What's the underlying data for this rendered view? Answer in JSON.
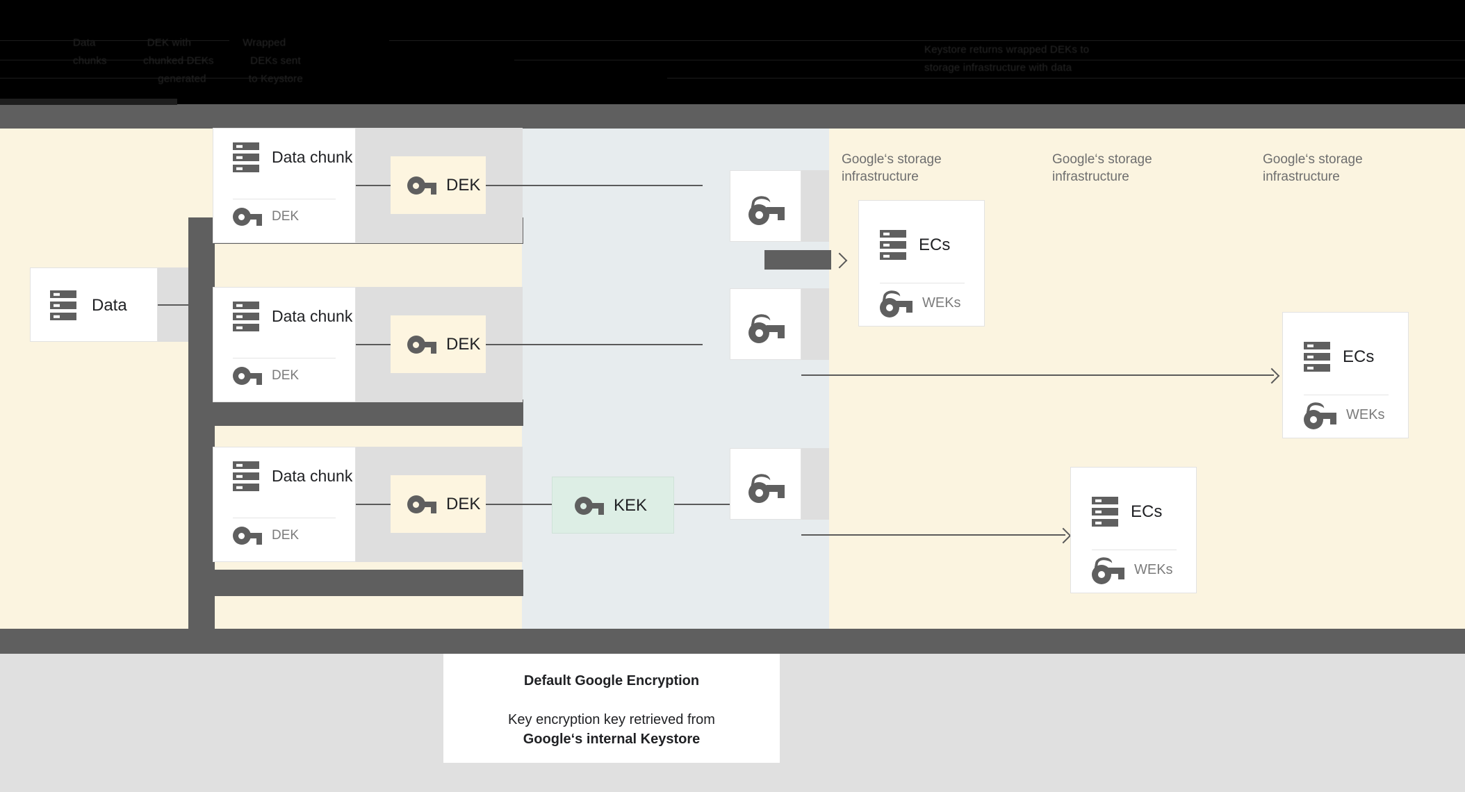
{
  "header": {
    "obscured_text_lines": [
      "Data                 DEK with                 Wrapped",
      "chunks            chunked DEKs            DEKs sent",
      "                            generated              to Keystore",
      "Keystore returns wrapped DEKs to",
      "storage infrastructure with data"
    ]
  },
  "diagram": {
    "source": {
      "label": "Data",
      "icon": "storage-icon"
    },
    "chunks": [
      {
        "title": "Data chunk",
        "key_label": "DEK",
        "icon": "storage-icon",
        "key_icon": "key-icon"
      },
      {
        "title": "Data chunk",
        "key_label": "DEK",
        "icon": "storage-icon",
        "key_icon": "key-icon"
      },
      {
        "title": "Data chunk",
        "key_label": "DEK",
        "icon": "storage-icon",
        "key_icon": "key-icon"
      }
    ],
    "deks": [
      {
        "label": "DEK",
        "icon": "key-icon"
      },
      {
        "label": "DEK",
        "icon": "key-icon"
      },
      {
        "label": "DEK",
        "icon": "key-icon"
      }
    ],
    "kek": {
      "label": "KEK",
      "icon": "key-icon"
    },
    "wrapped_keys": [
      {
        "icon": "wrapped-key-icon"
      },
      {
        "icon": "wrapped-key-icon"
      },
      {
        "icon": "wrapped-key-icon"
      }
    ],
    "storage_labels": [
      "Google‘s storage\ninfrastructure",
      "Google‘s storage\ninfrastructure",
      "Google‘s storage\ninfrastructure"
    ],
    "ec_cards": [
      {
        "title": "ECs",
        "key_label": "WEKs",
        "icon": "storage-icon",
        "key_icon": "wrapped-key-icon"
      },
      {
        "title": "ECs",
        "key_label": "WEKs",
        "icon": "storage-icon",
        "key_icon": "wrapped-key-icon"
      },
      {
        "title": "ECs",
        "key_label": "WEKs",
        "icon": "storage-icon",
        "key_icon": "wrapped-key-icon"
      }
    ]
  },
  "caption": {
    "title": "Default Google Encryption",
    "body_prefix": "Key encryption key retrieved from",
    "body_bold": "Google‘s internal Keystore"
  },
  "colors": {
    "canvas_cream": "#fbf4e0",
    "keystore_bluegray": "#e7ecee",
    "dek_fill": "#fdf5e0",
    "kek_fill": "#ddeee5",
    "bar_gray": "#5f5f5f",
    "footer_gray": "#e0e0e0",
    "icon_gray": "#5f5f5f",
    "text_dark": "#202124",
    "text_muted": "#7b7b7b"
  }
}
